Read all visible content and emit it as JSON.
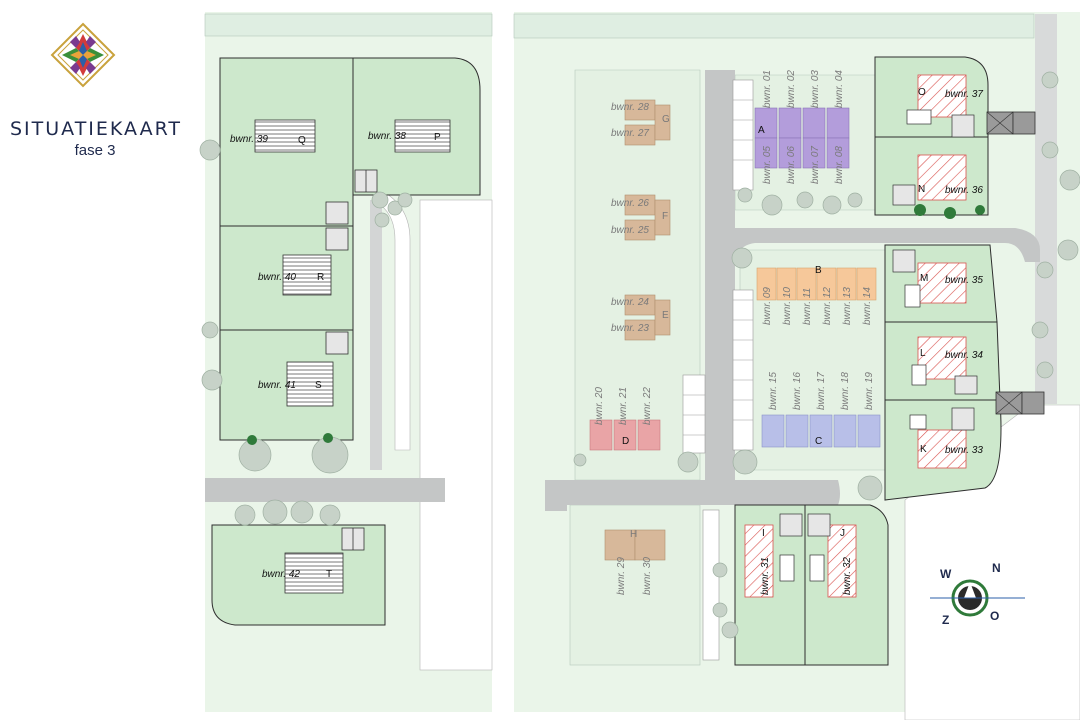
{
  "header": {
    "title": "SITUATIEKAART",
    "subtitle": "fase 3"
  },
  "colors": {
    "plot_green": "#cde8cc",
    "plot_pale": "#e9f4e8",
    "road": "#c4c6c6",
    "purple": "#b39ddb",
    "orange": "#f6c89a",
    "red": "#e9a4a6",
    "blue": "#b8bfe8",
    "brown": "#d7b89a",
    "hatch": "#d9534f",
    "title": "#1f2a4d"
  },
  "plots_left": [
    {
      "num": "bwnr. 39",
      "letter": "Q"
    },
    {
      "num": "bwnr. 38",
      "letter": "P"
    },
    {
      "num": "bwnr. 40",
      "letter": "R"
    },
    {
      "num": "bwnr. 41",
      "letter": "S"
    },
    {
      "num": "bwnr. 42",
      "letter": "T"
    }
  ],
  "plots_right": [
    {
      "num": "bwnr. 37",
      "letter": "O"
    },
    {
      "num": "bwnr. 36",
      "letter": "N"
    },
    {
      "num": "bwnr. 35",
      "letter": "M"
    },
    {
      "num": "bwnr. 34",
      "letter": "L"
    },
    {
      "num": "bwnr. 33",
      "letter": "K"
    },
    {
      "num": "bwnr. 31",
      "letter": "I"
    },
    {
      "num": "bwnr. 32",
      "letter": "J"
    }
  ],
  "block_a": {
    "letter": "A",
    "top": [
      "bwnr. 01",
      "bwnr. 02",
      "bwnr. 03",
      "bwnr. 04"
    ],
    "bottom": [
      "bwnr. 05",
      "bwnr. 06",
      "bwnr. 07",
      "bwnr. 08"
    ]
  },
  "block_b": {
    "letter": "B",
    "units": [
      "bwnr. 09",
      "bwnr. 10",
      "bwnr. 11",
      "bwnr. 12",
      "bwnr. 13",
      "bwnr. 14"
    ]
  },
  "block_c": {
    "letter": "C",
    "units": [
      "bwnr. 15",
      "bwnr. 16",
      "bwnr. 17",
      "bwnr. 18",
      "bwnr. 19"
    ]
  },
  "block_d": {
    "letter": "D",
    "units": [
      "bwnr. 20",
      "bwnr. 21",
      "bwnr. 22"
    ]
  },
  "block_e": {
    "letter": "E",
    "units": [
      "bwnr. 24",
      "bwnr. 23"
    ]
  },
  "block_f": {
    "letter": "F",
    "units": [
      "bwnr. 26",
      "bwnr. 25"
    ]
  },
  "block_g": {
    "letter": "G",
    "units": [
      "bwnr. 28",
      "bwnr. 27"
    ]
  },
  "block_h": {
    "letter": "H",
    "units": [
      "bwnr. 29",
      "bwnr. 30"
    ]
  },
  "compass": {
    "north": "N",
    "east": "O",
    "south": "Z",
    "west": "W"
  }
}
